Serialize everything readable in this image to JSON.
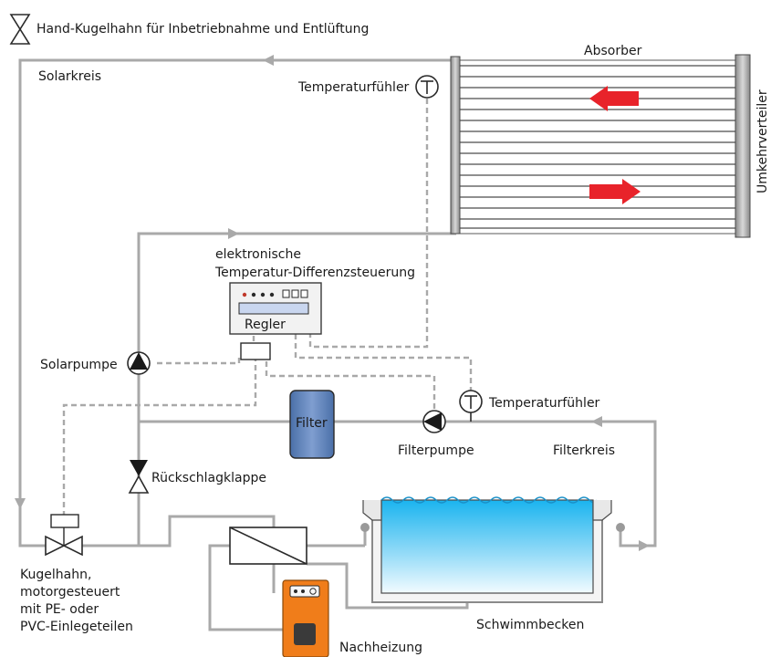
{
  "labels": {
    "hand_valve": "Hand-Kugelhahn für Inbetriebnahme und Entlüftung",
    "solarkreis": "Solarkreis",
    "absorber": "Absorber",
    "umkehrverteiler": "Umkehrverteiler",
    "temp_sensor_top": "Temperaturfühler",
    "controller_title_1": "elektronische",
    "controller_title_2": "Temperatur-Differenzsteuerung",
    "regler": "Regler",
    "solarpumpe": "Solarpumpe",
    "filter": "Filter",
    "temp_sensor_right": "Temperaturfühler",
    "filterpumpe": "Filterpumpe",
    "filterkreis": "Filterkreis",
    "rueckschlagklappe": "Rückschlagklappe",
    "kugelhahn_1": "Kugelhahn,",
    "kugelhahn_2": "motorgesteuert",
    "kugelhahn_3": "mit PE- oder",
    "kugelhahn_4": "PVC-Einlegeteilen",
    "schwimmbecken": "Schwimmbecken",
    "nachheizung": "Nachheizung"
  },
  "colors": {
    "pipe": "#a9a9a9",
    "flow_arrow": "#e8232a",
    "filter_fill": "#5a7fb8",
    "heater_fill": "#f07d1a",
    "water_top": "#1ab4ef",
    "water_bottom": "#eaf8ff"
  },
  "icons": {
    "hand_valve": "bowtie-valve-icon",
    "temperature_sensor": "t-circle-icon",
    "pump": "pump-triangle-icon",
    "check_valve": "check-valve-icon",
    "flow_left": "red-arrow-left-icon",
    "flow_right": "red-arrow-right-icon"
  }
}
